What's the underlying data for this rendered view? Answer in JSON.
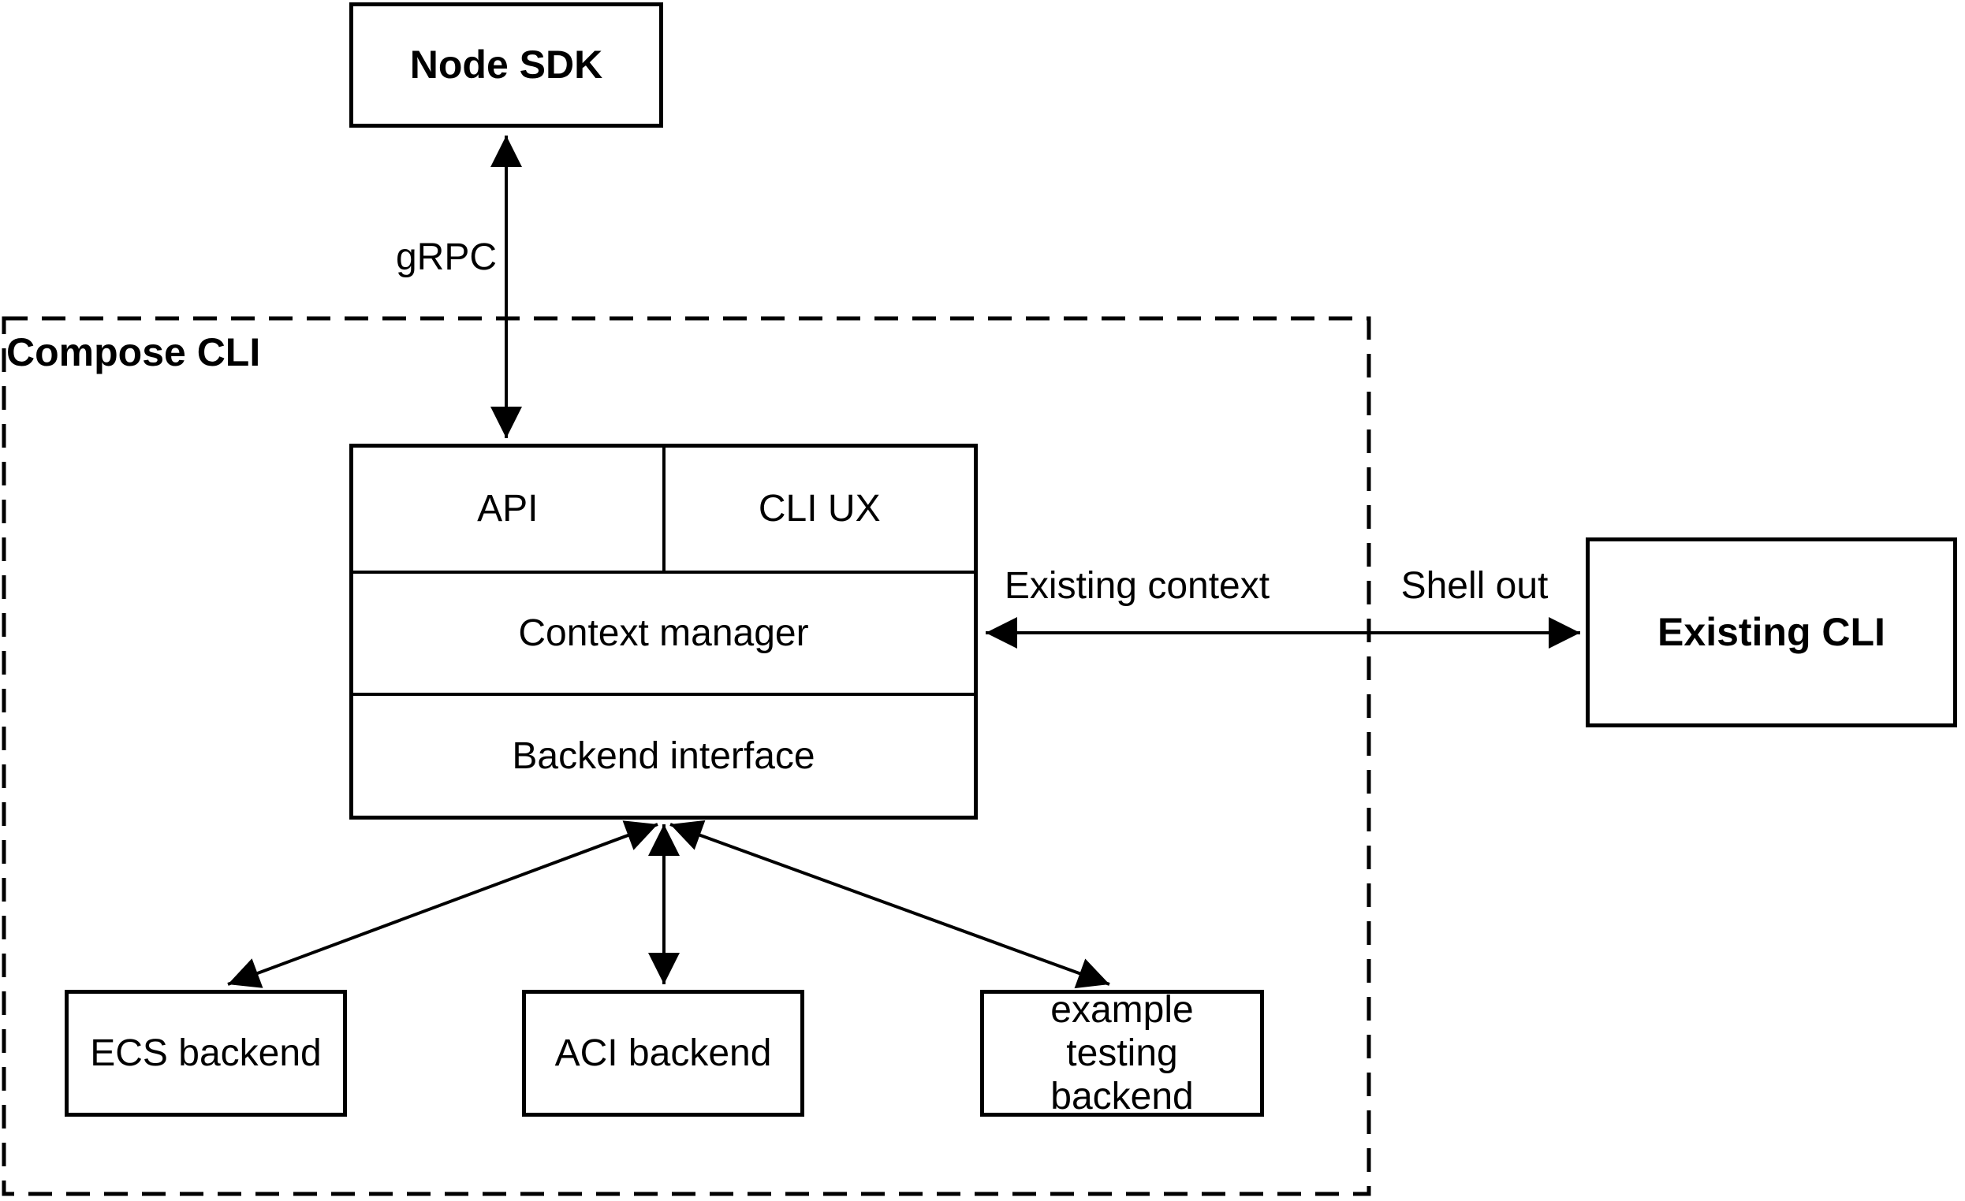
{
  "nodes": {
    "node_sdk": "Node SDK",
    "compose_cli_group": "Compose CLI",
    "api": "API",
    "cli_ux": "CLI UX",
    "context_manager": "Context manager",
    "backend_interface": "Backend interface",
    "ecs_backend": "ECS backend",
    "aci_backend": "ACI backend",
    "example_testing_backend": "example testing backend",
    "existing_cli": "Existing CLI"
  },
  "edges": [
    {
      "from": "node_sdk",
      "to": "api",
      "label": "gRPC",
      "direction": "bidirectional"
    },
    {
      "from": "context_manager",
      "to": "existing_cli",
      "labels": [
        "Existing context",
        "Shell out"
      ],
      "direction": "bidirectional"
    },
    {
      "from": "backend_interface",
      "to": "ecs_backend",
      "direction": "bidirectional"
    },
    {
      "from": "backend_interface",
      "to": "aci_backend",
      "direction": "bidirectional"
    },
    {
      "from": "backend_interface",
      "to": "example_testing_backend",
      "direction": "bidirectional"
    }
  ],
  "colors": {
    "stroke": "#000000",
    "background": "#ffffff",
    "text": "#000000"
  }
}
